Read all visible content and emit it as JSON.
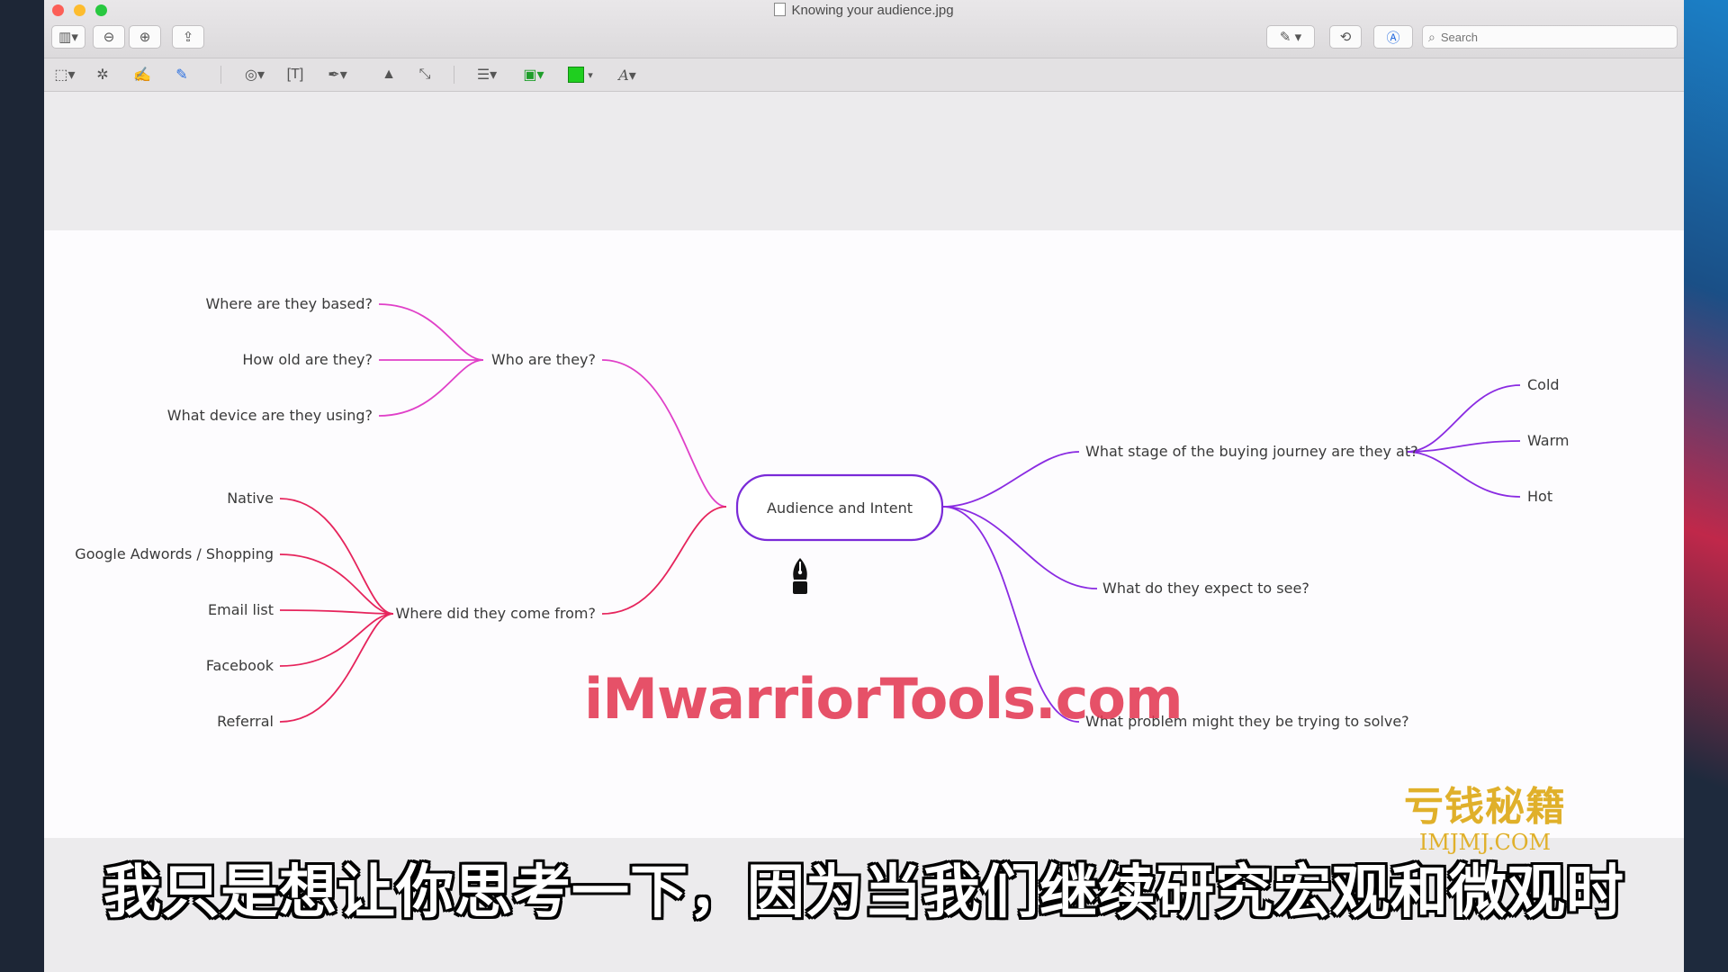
{
  "window": {
    "title": "Knowing your audience.jpg"
  },
  "toolbar": {
    "search_placeholder": "Search"
  },
  "mindmap": {
    "center": "Audience and Intent",
    "who": {
      "label": "Who are they?",
      "children": [
        "Where are they based?",
        "How old are they?",
        "What device are they using?"
      ]
    },
    "where_from": {
      "label": "Where did they come from?",
      "children": [
        "Native",
        "Google Adwords / Shopping",
        "Email list",
        "Facebook",
        "Referral"
      ]
    },
    "stage": {
      "label": "What stage of the buying journey are they at?",
      "children": [
        "Cold",
        "Warm",
        "Hot"
      ]
    },
    "expect": {
      "label": "What do they expect to see?"
    },
    "problem": {
      "label": "What problem might they be trying to solve?"
    }
  },
  "overlay": {
    "watermark": "iMwarriorTools.com",
    "logo_cn": "亏钱秘籍",
    "logo_en": "IMJMJ.COM",
    "subtitle": "我只是想让你思考一下，因为当我们继续研究宏观和微观时"
  },
  "colors": {
    "magenta": "#e040c8",
    "crimson": "#e6245c",
    "purple": "#8a2be2",
    "center_border": "#7a2ad8"
  }
}
